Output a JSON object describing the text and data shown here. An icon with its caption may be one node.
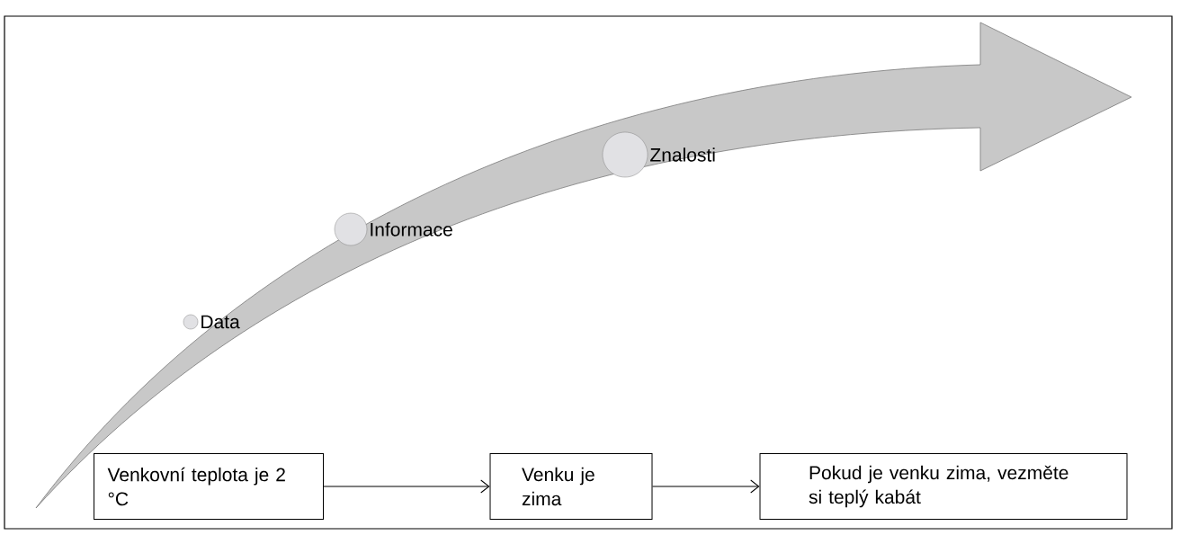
{
  "diagram": {
    "nodes": [
      {
        "text": [],
        "shape": "circle",
        "beside": [
          "Data"
        ]
      },
      {
        "text": [],
        "shape": "circle",
        "beside": [
          "Informace"
        ]
      },
      {
        "text": [],
        "shape": "circle",
        "beside": [
          "Znalosti"
        ]
      },
      {
        "text": [
          "Venkovní teplota je 2 °C"
        ]
      },
      {
        "text": [
          "Venku je zima"
        ]
      },
      {
        "text": [
          "Pokud je venku zima, vezměte si teplý kabát"
        ]
      }
    ],
    "edges": [
      {
        "from": 3,
        "to": 4,
        "arrow": "to"
      },
      {
        "from": 4,
        "to": 5,
        "arrow": "to"
      }
    ]
  }
}
